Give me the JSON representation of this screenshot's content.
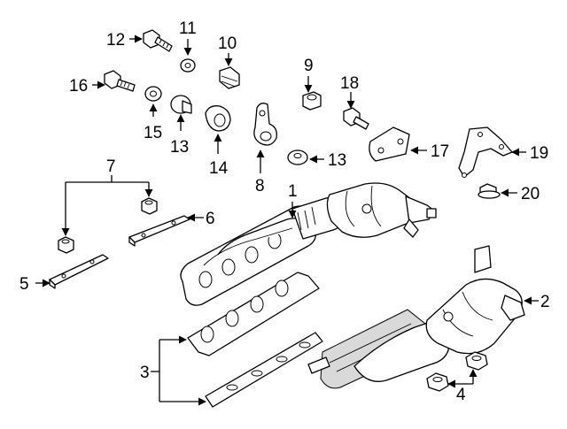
{
  "diagram": {
    "callouts": [
      {
        "id": "c1",
        "label": "1"
      },
      {
        "id": "c2",
        "label": "2"
      },
      {
        "id": "c3",
        "label": "3"
      },
      {
        "id": "c4",
        "label": "4"
      },
      {
        "id": "c5",
        "label": "5"
      },
      {
        "id": "c6",
        "label": "6"
      },
      {
        "id": "c7",
        "label": "7"
      },
      {
        "id": "c8",
        "label": "8"
      },
      {
        "id": "c9",
        "label": "9"
      },
      {
        "id": "c10",
        "label": "10"
      },
      {
        "id": "c11",
        "label": "11"
      },
      {
        "id": "c12",
        "label": "12"
      },
      {
        "id": "c13a",
        "label": "13"
      },
      {
        "id": "c13b",
        "label": "13"
      },
      {
        "id": "c14",
        "label": "14"
      },
      {
        "id": "c15",
        "label": "15"
      },
      {
        "id": "c16",
        "label": "16"
      },
      {
        "id": "c17",
        "label": "17"
      },
      {
        "id": "c18",
        "label": "18"
      },
      {
        "id": "c19",
        "label": "19"
      },
      {
        "id": "c20",
        "label": "20"
      }
    ]
  }
}
